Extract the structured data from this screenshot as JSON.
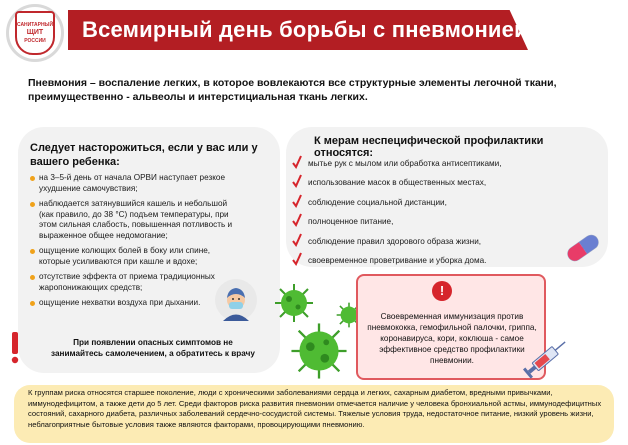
{
  "header": {
    "title": "Всемирный день борьбы с пневмонией",
    "logo": {
      "line1": "САНИТАРНЫЙ",
      "line2": "ЩИТ",
      "line3": "РОССИИ"
    },
    "band_color": "#b31e23"
  },
  "intro": "Пневмония – воспаление легких, в которое вовлекаются все структурные элементы легочной ткани, преимущественно - альвеолы и интерстициальная ткань легких.",
  "symptoms": {
    "heading": "Следует насторожиться, если у вас или у вашего ребенка:",
    "items": [
      "на 3–5-й день от начала ОРВИ наступает резкое ухудшение самочувствия;",
      "наблюдается затянувшийся кашель и небольшой (как правило, до 38 °С) подъем температуры, при этом сильная слабость, повышенная потливость и выраженное общее недомогание;",
      "ощущение колющих болей в боку или спине, которые усиливаются при кашле и вдохе;",
      "отсутствие эффекта от приема традиционных жаропонижающих средств;",
      "ощущение нехватки воздуха при дыхании."
    ],
    "warning": "При появлении опасных симптомов не занимайтесь самолечением, а обратитесь к врачу",
    "bullet_color": "#f0a21a"
  },
  "prevention": {
    "heading": "К мерам неспецифической профилактики относятся:",
    "items": [
      "мытье рук с мылом или обработка антисептиками,",
      "использование масок в общественных местах,",
      "соблюдение социальной дистанции,",
      "полноценное питание,",
      "соблюдение правил здорового образа жизни,",
      "своевременное проветривание и уборка дома."
    ],
    "check_color": "#d6252c"
  },
  "immunization": {
    "icon": "!",
    "text": "Своевременная иммунизация против пневмококка, гемофильной палочки, гриппа, коронавируса, кори, коклюша - самое эффективное средство профилактики пневмонии."
  },
  "risk_groups": "К группам риска относятся старшее поколение, люди с хроническими заболеваниями сердца и легких, сахарным диабетом, вредными привычками, иммунодефицитом, а также дети до 5 лет. Среди факторов риска развития пневмонии отмечается наличие у человека бронхиальной астмы, иммунодефицитных состояний, сахарного диабета, различных заболеваний сердечно-сосудистой системы. Тяжелые условия труда, недостаточное питание, низкий уровень жизни, неблагоприятные бытовые условия также являются факторами, провоцирующими пневмонию.",
  "icons": [
    "logo-shield-icon",
    "exclamation-icon",
    "sick-person-icon",
    "check-icon",
    "pills-icon",
    "virus-icon",
    "alert-icon",
    "syringe-icon"
  ]
}
